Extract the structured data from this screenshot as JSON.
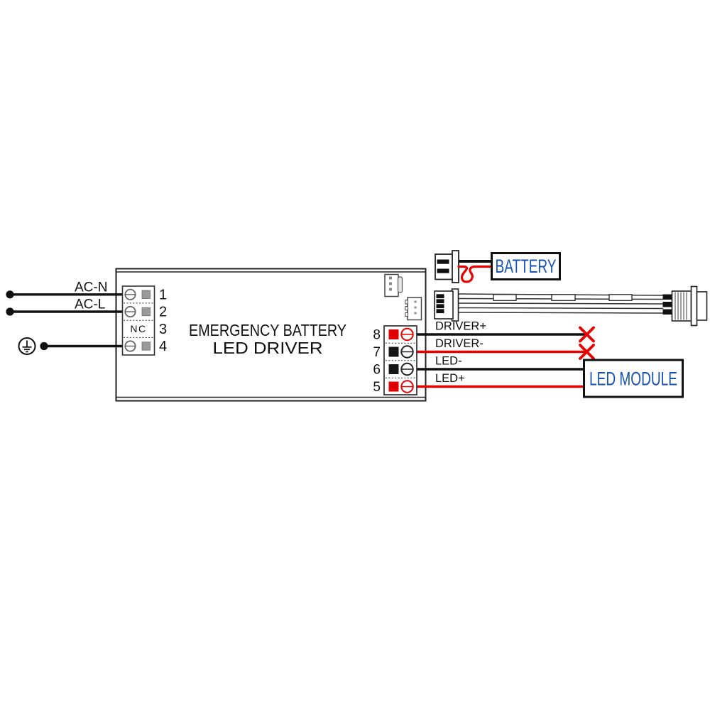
{
  "title": {
    "line1": "EMERGENCY BATTERY",
    "line2": "LED DRIVER"
  },
  "left_block": {
    "numbers": [
      "1",
      "2",
      "3",
      "4"
    ],
    "nc_label": "NC",
    "wire_labels": {
      "ac_n": "AC-N",
      "ac_l": "AC-L"
    }
  },
  "right_block": {
    "numbers": [
      "8",
      "7",
      "6",
      "5"
    ],
    "wire_labels": {
      "driver_plus": "DRIVER+",
      "driver_minus": "DRIVER-",
      "led_minus": "LED-",
      "led_plus": "LED+"
    }
  },
  "battery": {
    "label": "BATTERY"
  },
  "led_module": {
    "label": "LED MODULE"
  },
  "colors": {
    "wire_black": "#111111",
    "wire_red": "#e60000",
    "label_blue": "#1652b4",
    "terminal_gray": "#9a9a9a",
    "terminal_red": "#e10000"
  }
}
